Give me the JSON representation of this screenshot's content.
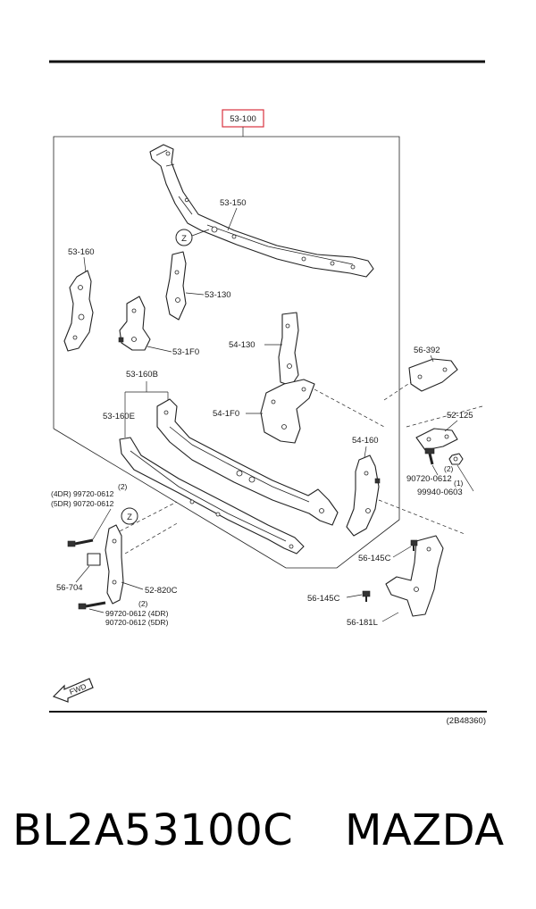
{
  "diagram": {
    "main_assembly_label": "53-100",
    "figure_code": "(2B48360)",
    "fwd_label": "FWD",
    "detail_marker": "Z",
    "labels": {
      "p53_150": "53-150",
      "p53_160": "53-160",
      "p53_130": "53-130",
      "p53_1f0": "53-1F0",
      "p53_160b": "53-160B",
      "p53_160e": "53-160E",
      "p54_130": "54-130",
      "p54_1f0": "54-1F0",
      "p54_160": "54-160",
      "p56_392": "56-392",
      "p52_125": "52-125",
      "qty_right_2": "(2)",
      "p90720_right": "90720-0612",
      "qty_right_1": "(1)",
      "p99940_right": "99940-0603",
      "qty_left_top": "(2)",
      "bolt_4dr_top": "(4DR) 99720-0612",
      "bolt_5dr_top": "(5DR) 90720-0612",
      "p56_704": "56-704",
      "p52_820c": "52-820C",
      "qty_left_bottom": "(2)",
      "bolt_4dr_bottom": "99720-0612 (4DR)",
      "bolt_5dr_bottom": "90720-0612 (5DR)",
      "p56_145c_top": "56-145C",
      "p56_145c_bottom": "56-145C",
      "p56_181l": "56-181L"
    }
  },
  "caption": {
    "part_number": "BL2A53100C",
    "brand": "MAZDA"
  },
  "colors": {
    "highlight_box": "#d9333f",
    "line": "#222222"
  }
}
